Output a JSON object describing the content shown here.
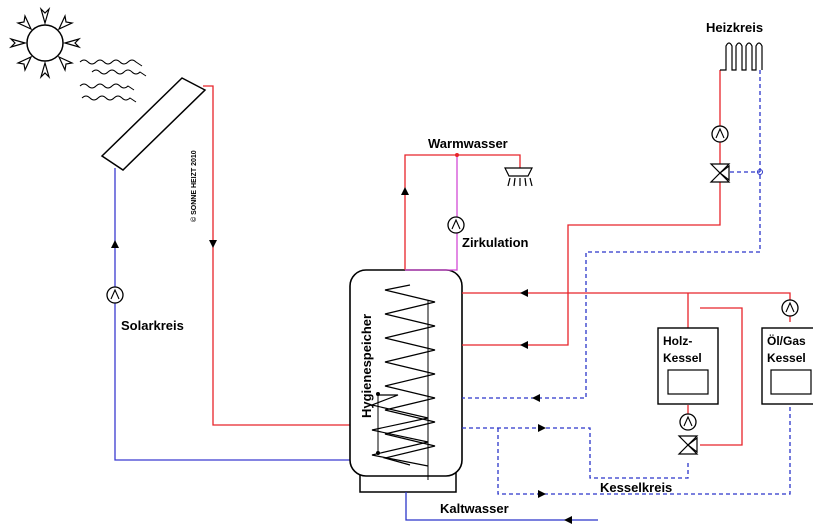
{
  "labels": {
    "heizkreis": "Heizkreis",
    "warmwasser": "Warmwasser",
    "zirkulation": "Zirkulation",
    "solarkreis": "Solarkreis",
    "speicher": "Hygienespeicher",
    "holz_line1": "Holz-",
    "holz_line2": "Kessel",
    "oel_line1": "Öl/Gas",
    "oel_line2": "Kessel",
    "kesselkreis": "Kesselkreis",
    "kaltwasser": "Kaltwasser",
    "copyright": "© SONNE HEIZT 2010"
  },
  "colors": {
    "hot_line": "#e8242a",
    "cold_line": "#2b35c9",
    "circulation_line": "#d24bd6",
    "solar_line": "#3a3ad0"
  },
  "icons": [
    "sun-icon",
    "radiator-icon",
    "shower-icon",
    "pump-icon",
    "valve-icon"
  ]
}
